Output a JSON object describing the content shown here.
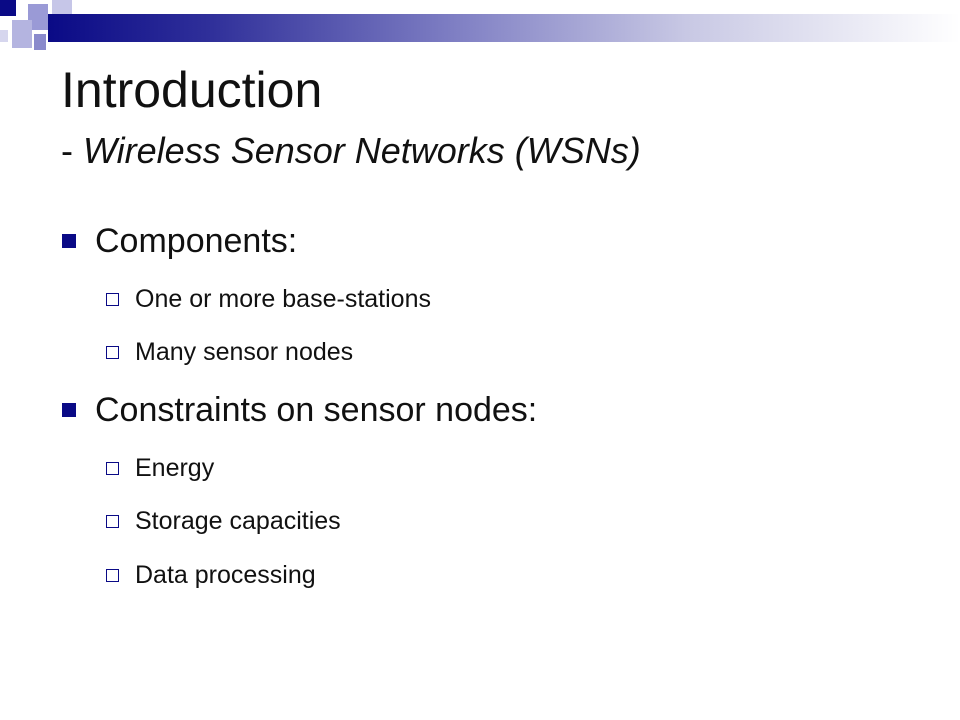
{
  "slide": {
    "title": "Introduction",
    "subtitle_prefix": "- ",
    "subtitle_text": "Wireless Sensor Networks (WSNs)",
    "bullets": [
      {
        "label": "Components:",
        "children": [
          "One or more base-stations",
          "Many sensor nodes"
        ]
      },
      {
        "label": "Constraints on sensor nodes:",
        "children": [
          "Energy",
          "Storage capacities",
          "Data processing"
        ]
      }
    ]
  },
  "colors": {
    "accent": "#0a0a86",
    "text": "#111111",
    "background": "#ffffff"
  },
  "icons": {
    "level1_marker": "filled-square-bullet-icon",
    "level2_marker": "hollow-square-bullet-icon"
  }
}
